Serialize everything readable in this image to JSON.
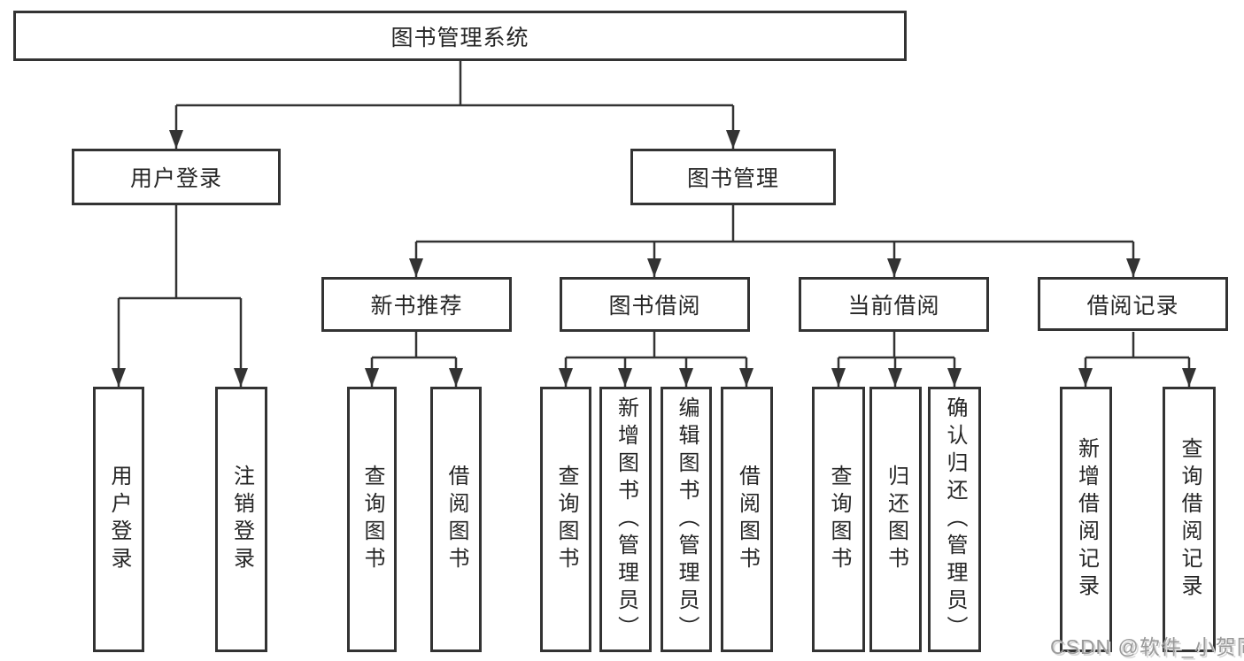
{
  "diagram": {
    "nodes": {
      "root": "图书管理系统",
      "user_login": "用户登录",
      "book_mgmt": "图书管理",
      "leaf_user_login": "用户登录",
      "leaf_logout": "注销登录",
      "new_book_rec": "新书推荐",
      "book_borrow": "图书借阅",
      "current_borrow": "当前借阅",
      "borrow_record": "借阅记录",
      "nb_query_book": "查询图书",
      "nb_borrow_book": "借阅图书",
      "bb_query_book": "查询图书",
      "bb_add_book": "新增图书（管理员）",
      "bb_edit_book": "编辑图书（管理员）",
      "bb_borrow_book": "借阅图书",
      "cb_query_book": "查询图书",
      "cb_return_book": "归还图书",
      "cb_confirm_return": "确认归还（管理员）",
      "br_add_record": "新增借阅记录",
      "br_query_record": "查询借阅记录"
    },
    "colors": {
      "line": "#333333",
      "text": "#262626",
      "watermark": "#9a9a9a",
      "background": "#ffffff"
    }
  },
  "watermark": {
    "text": "CSDN @软件_小贺同学"
  }
}
